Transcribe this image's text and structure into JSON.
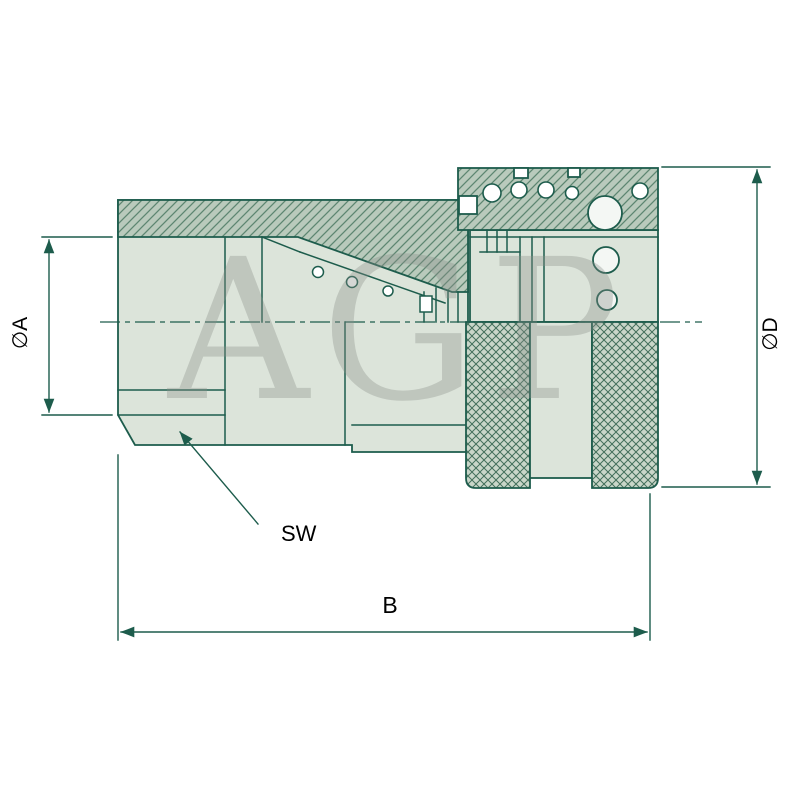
{
  "watermark": "AGP",
  "labels": {
    "dia_a": "∅A",
    "dia_d": "∅D",
    "length_b": "B",
    "wrench": "SW"
  },
  "colors": {
    "line": "#1d5c4c",
    "body_fill": "#dce4da",
    "hatch_fill": "#b9cabc",
    "hatch_line": "#5d8671",
    "knurl_fill": "#c9d6c9",
    "knurl_line": "#44705c",
    "label_text": "#000000",
    "watermark": "#8a8f8a"
  }
}
